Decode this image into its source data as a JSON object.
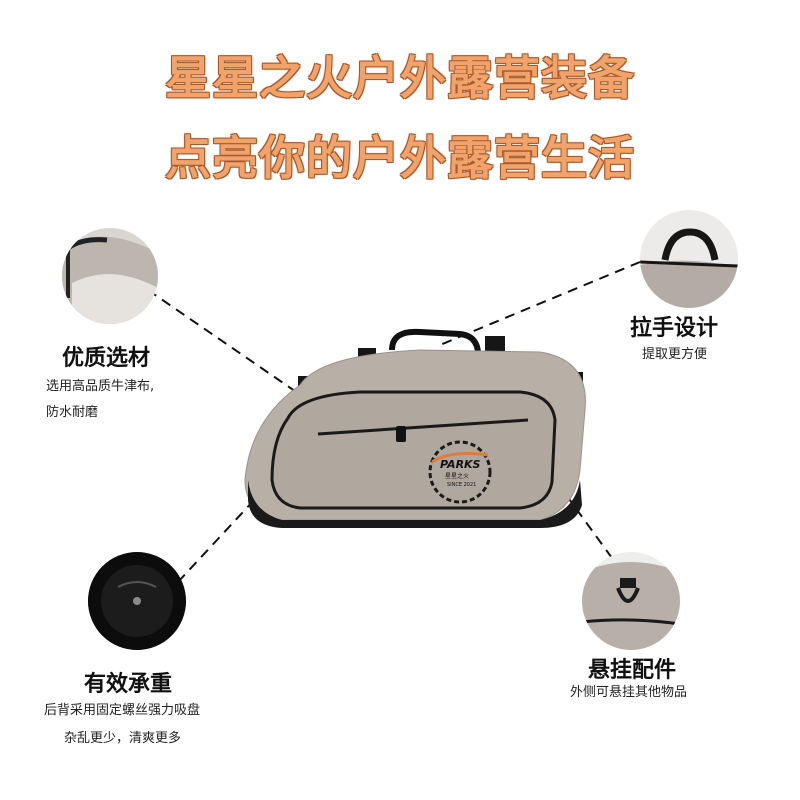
{
  "headline": {
    "line1": "星星之火户外露营装备",
    "line2": "点亮你的户外露营生活"
  },
  "features": {
    "material": {
      "title": "优质选材",
      "desc1": "选用高品质牛津布,",
      "desc2": "防水耐磨"
    },
    "handle": {
      "title": "拉手设计",
      "desc1": "提取更方便"
    },
    "load": {
      "title": "有效承重",
      "desc1": "后背采用固定螺丝强力吸盘",
      "desc2": "杂乱更少，清爽更多"
    },
    "accessory": {
      "title": "悬挂配件",
      "desc1": "外侧可悬挂其他物品"
    }
  },
  "logo": {
    "brand": "PARKS",
    "subtitle": "星星之火",
    "since": "SINCE 2021"
  },
  "colors": {
    "headline": "#f0a36a",
    "bag_body": "#b8afa6",
    "bag_trim": "#1a1a1a"
  }
}
